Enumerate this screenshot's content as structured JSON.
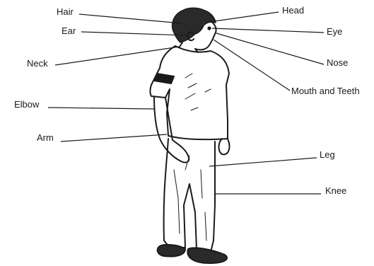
{
  "diagram": {
    "labels": {
      "hair": "Hair",
      "ear": "Ear",
      "neck": "Neck",
      "elbow": "Elbow",
      "arm": "Arm",
      "head": "Head",
      "eye": "Eye",
      "nose": "Nose",
      "mouth_teeth": "Mouth and Teeth",
      "leg": "Leg",
      "knee": "Knee"
    },
    "colors": {
      "ink": "#1a1a1a",
      "background": "#ffffff"
    }
  }
}
